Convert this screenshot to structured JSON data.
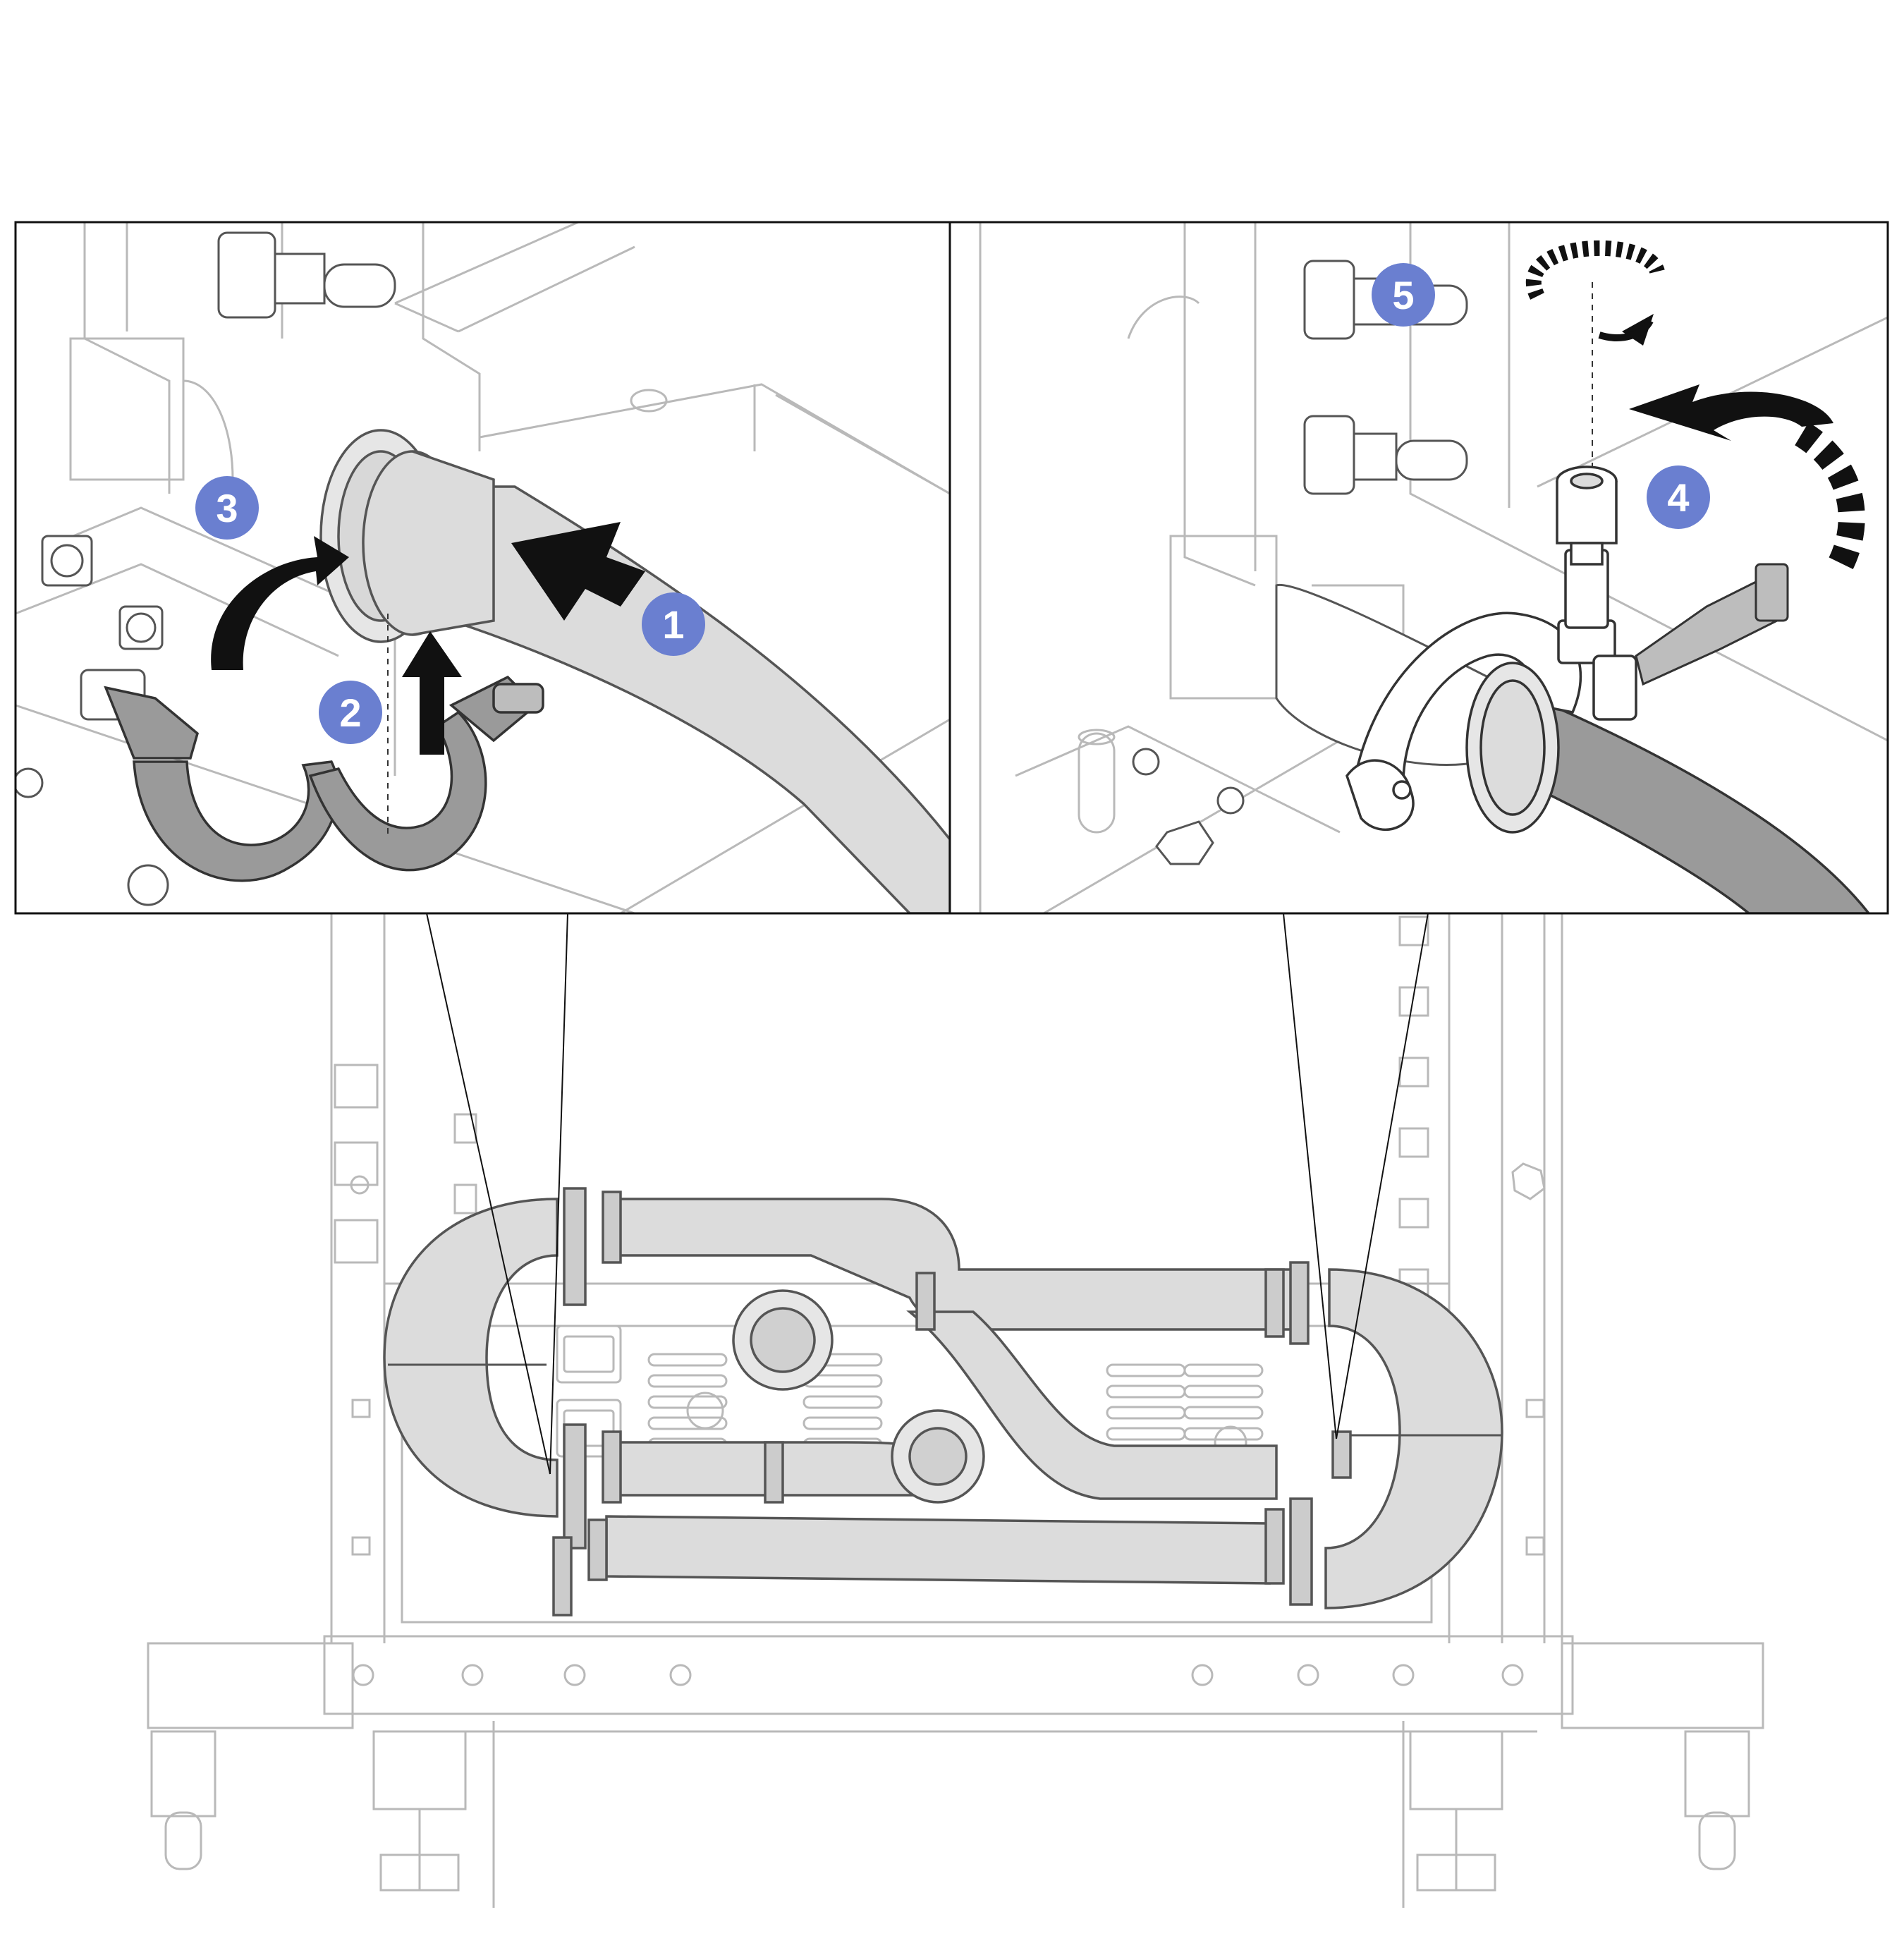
{
  "callouts": [
    {
      "label": "1",
      "color": "#6a7fd0"
    },
    {
      "label": "2",
      "color": "#6a7fd0"
    },
    {
      "label": "3",
      "color": "#6a7fd0"
    },
    {
      "label": "4",
      "color": "#6a7fd0"
    },
    {
      "label": "5",
      "color": "#6a7fd0"
    }
  ],
  "colors": {
    "line": "#555555",
    "light_line": "#b9b9b9",
    "hose_fill": "#dcdcdc",
    "clamp_fill": "#9a9a9a",
    "arrow": "#111111",
    "callout": "#6a7fd0"
  }
}
